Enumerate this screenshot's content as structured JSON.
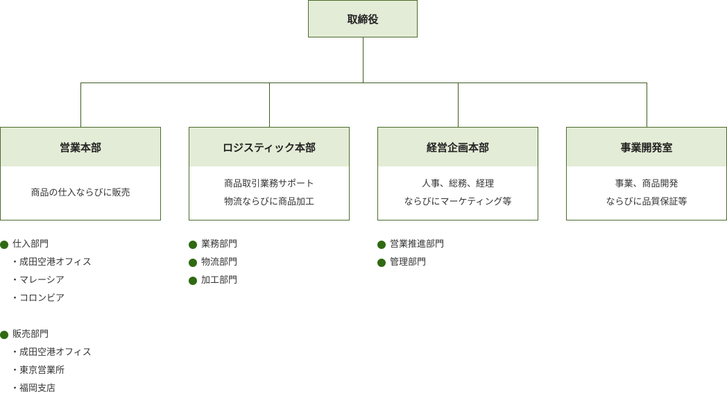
{
  "top": {
    "label": "取締役"
  },
  "departments": [
    {
      "name": "営業本部",
      "lines": [
        "商品の仕入ならびに販売"
      ]
    },
    {
      "name": "ロジスティック本部",
      "lines": [
        "商品取引業務サポート",
        "物流ならびに商品加工"
      ]
    },
    {
      "name": "経営企画本部",
      "lines": [
        "人事、総務、経理",
        "ならびにマーケティング等"
      ]
    },
    {
      "name": "事業開発室",
      "lines": [
        "事業、商品開発",
        "ならびに品質保証等"
      ]
    }
  ],
  "sales_sections": [
    {
      "name": "仕入部門",
      "subs": [
        "・成田空港オフィス",
        "・マレーシア",
        "・コロンビア"
      ]
    },
    {
      "name": "販売部門",
      "subs": [
        "・成田空港オフィス",
        "・東京営業所",
        "・福岡支店"
      ]
    }
  ],
  "logistics_sections": [
    "業務部門",
    "物流部門",
    "加工部門"
  ],
  "planning_sections": [
    "営業推進部門",
    "管理部門"
  ],
  "colors": {
    "box_fill": "#e3ecd6",
    "border": "#4b6a2b",
    "bullet": "#2f6a12"
  }
}
